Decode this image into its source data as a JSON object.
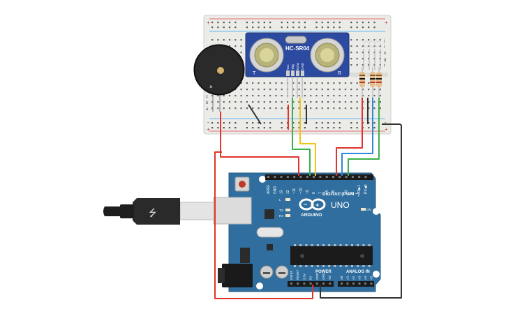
{
  "sensor": {
    "model": "HC-SR04",
    "left_mark": "T",
    "right_mark": "R",
    "pins": [
      "Vcc",
      "Trig",
      "Echo",
      "GND"
    ]
  },
  "breadboard": {
    "rows_top": [
      "j",
      "i",
      "h",
      "g",
      "f"
    ],
    "rows_bottom": [
      "e",
      "d",
      "c",
      "b",
      "a"
    ],
    "rail_plus": "+",
    "rail_minus": "-"
  },
  "arduino": {
    "brand": "ARDUINO",
    "model": "UNO",
    "digital_label": "DIGITAL (PWM ~)",
    "power_label": "POWER",
    "analog_label": "ANALOG IN",
    "on_label": "ON",
    "l_label": "L",
    "tx_label": "TX",
    "rx_label": "RX",
    "top_pins": [
      "AREF",
      "GND",
      "13",
      "12",
      "~11",
      "~10",
      "~9",
      "8",
      "7",
      "~6",
      "~5",
      "4",
      "~3",
      "2",
      "TX▶1",
      "RX◀0"
    ],
    "power_pins": [
      "IOREF",
      "RESET",
      "3.3V",
      "5V",
      "GND",
      "GND",
      "Vin"
    ],
    "analog_pins": [
      "A0",
      "A1",
      "A2",
      "A3",
      "A4",
      "A5"
    ]
  },
  "colors": {
    "board_blue": "#2f6e9e",
    "breadboard": "#e9e9e6",
    "wire_red": "#e0342c",
    "wire_black": "#333333",
    "wire_green": "#3cb04a",
    "wire_yellow": "#f1c40f",
    "wire_blue": "#2e86de",
    "led_red": "#e53935",
    "led_yellow": "#f1c40f",
    "led_green": "#43a047"
  }
}
